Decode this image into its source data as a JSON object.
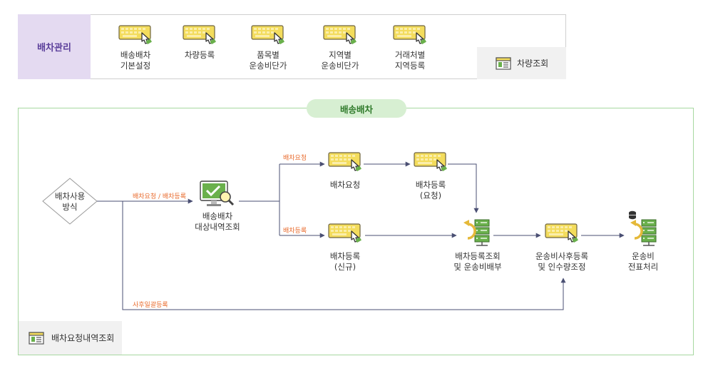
{
  "top_menu": {
    "section_label": "배차관리",
    "items": [
      {
        "label": "배송배차\n기본설정",
        "icon": "keyboard-click-icon"
      },
      {
        "label": "차량등록",
        "icon": "keyboard-click-icon"
      },
      {
        "label": "품목별\n운송비단가",
        "icon": "keyboard-click-icon"
      },
      {
        "label": "지역별\n운송비단가",
        "icon": "keyboard-click-icon"
      },
      {
        "label": "거래처별\n지역등록",
        "icon": "keyboard-click-icon"
      }
    ],
    "view_button": {
      "label": "차량조회",
      "icon": "list-window-icon"
    }
  },
  "flow": {
    "title": "배송배차",
    "nodes": {
      "start": {
        "label": "배차사용\n방식"
      },
      "search": {
        "label": "배송배차\n대상내역조회",
        "icon": "monitor-search-icon"
      },
      "request": {
        "label": "배차요청",
        "icon": "keyboard-click-icon"
      },
      "register_request": {
        "label": "배차등록\n(요청)",
        "icon": "keyboard-click-icon"
      },
      "register_new": {
        "label": "배차등록\n(신규)",
        "icon": "keyboard-click-icon"
      },
      "lookup_alloc": {
        "label": "배차등록조회\n및 운송비배부",
        "icon": "server-sync-icon"
      },
      "post_register": {
        "label": "운송비사후등록\n및 인수량조정",
        "icon": "keyboard-click-icon"
      },
      "slip": {
        "label": "운송비\n전표처리",
        "icon": "server-database-icon"
      }
    },
    "edge_labels": {
      "request_or_register": "배차요청 / 배차등록",
      "request": "배차요청",
      "register": "배차등록",
      "bulk_post": "사후일괄등록"
    }
  },
  "bottom_button": {
    "label": "배차요청내역조회",
    "icon": "list-window-icon"
  },
  "colors": {
    "section_bg": "#e4daf1",
    "section_text": "#5b3f9b",
    "flow_border": "#a7d8a0",
    "flow_title_bg": "#d7efd2",
    "edge_label": "#e96b2d",
    "arrow": "#4a4f73",
    "icon_yellow": "#f3dc5c",
    "icon_green": "#6ab04c"
  }
}
